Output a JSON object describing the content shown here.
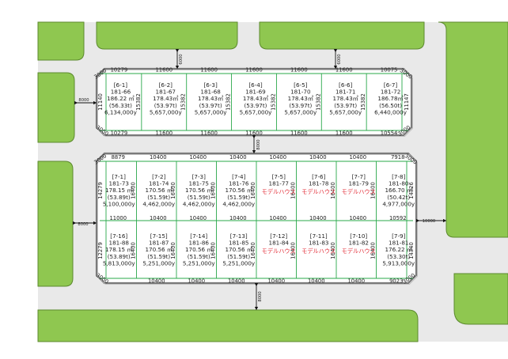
{
  "colors": {
    "green": "#8fc750",
    "green_edge": "#5c8a2e",
    "road": "#e9e9e9",
    "block_fill": "#ffffff",
    "block_edge": "#7a7a7a",
    "lot_line": "#2aa84a",
    "text": "#222222",
    "model_house": "#e3313b"
  },
  "icons": {
    "road_arrow": "double-headed-arrow"
  },
  "road_labels": {
    "top": "6000",
    "left": "8000",
    "middle": "8000",
    "right": "10000",
    "bottom": "8000"
  },
  "upper_block": {
    "top_dims": [
      "10279",
      "11600",
      "11600",
      "11600",
      "11600",
      "11600",
      "10075"
    ],
    "bottom_dims": [
      "10279",
      "11600",
      "11600",
      "11600",
      "11600",
      "11600",
      "10554"
    ],
    "left_dim": "11140",
    "right_dim": "11147",
    "inner_dims": [
      "15382",
      "15382",
      "15382",
      "15382",
      "15382",
      "15382"
    ],
    "corners": [
      "3000",
      "3000",
      "3000",
      "3000"
    ],
    "lots": [
      {
        "name": "[6-1]",
        "no": "181-66",
        "area": "186.22 ㎡",
        "tsubo": "(56.33t)",
        "price": "6,134,000y"
      },
      {
        "name": "[6-2]",
        "no": "181-67",
        "area": "178.43㎡",
        "tsubo": "(53.97t)",
        "price": "5,657,000y"
      },
      {
        "name": "[6-3]",
        "no": "181-68",
        "area": "178.43㎡",
        "tsubo": "(53.97t)",
        "price": "5,657,000y"
      },
      {
        "name": "[6-4]",
        "no": "181-69",
        "area": "178.43㎡",
        "tsubo": "(53.97t)",
        "price": "5,657,000y"
      },
      {
        "name": "[6-5]",
        "no": "181-70",
        "area": "178.43㎡",
        "tsubo": "(53.97t)",
        "price": "5,657,000y"
      },
      {
        "name": "[6-6]",
        "no": "181-71",
        "area": "178.43㎡",
        "tsubo": "(53.97t)",
        "price": "5,657,000y"
      },
      {
        "name": "[6-7]",
        "no": "181-72",
        "area": "186.78㎡",
        "tsubo": "(56.50t)",
        "price": "6,440,000y"
      }
    ]
  },
  "lower_block": {
    "top_dims": [
      "8879",
      "10400",
      "10400",
      "10400",
      "10400",
      "10400",
      "10400",
      "7918"
    ],
    "middle_dims": [
      "11000",
      "10400",
      "10400",
      "10400",
      "10400",
      "10400",
      "10400",
      "10592"
    ],
    "bottom_dims": [
      "10400",
      "10400",
      "10400",
      "10400",
      "10400",
      "10400",
      "9023"
    ],
    "left_dims": [
      "14279",
      "12279"
    ],
    "right_dims": [
      "14326",
      "14340"
    ],
    "inner_dims": [
      "16400",
      "16400",
      "16400",
      "16400",
      "16400",
      "16400",
      "16400"
    ],
    "inner_dims_bottom": [
      "16400",
      "16400",
      "16400",
      "16400",
      "16400",
      "16400",
      "16400"
    ],
    "corners": [
      "3000",
      "3000",
      "3000",
      "3000"
    ],
    "row1": [
      {
        "name": "[7-1]",
        "no": "181-73",
        "area": "178.15 ㎡",
        "tsubo": "(53.89t)",
        "price": "5,100,000y"
      },
      {
        "name": "[7-2]",
        "no": "181-74",
        "area": "170.56 ㎡",
        "tsubo": "(51.59t)",
        "price": "4,462,000y"
      },
      {
        "name": "[7-3]",
        "no": "181-75",
        "area": "170.56 ㎡",
        "tsubo": "(51.59t)",
        "price": "4,462,000y"
      },
      {
        "name": "[7-4]",
        "no": "181-76",
        "area": "170.56 ㎡",
        "tsubo": "(51.59t)",
        "price": "4,462,000y"
      },
      {
        "name": "[7-5]",
        "no": "181-77",
        "model": "モデルハウス"
      },
      {
        "name": "[7-6]",
        "no": "181-78",
        "model": "モデルハウス"
      },
      {
        "name": "[7-7]",
        "no": "181-79",
        "model": "モデルハウス"
      },
      {
        "name": "[7-8]",
        "no": "181-80",
        "area": "166.70 ㎡",
        "tsubo": "(50.42t)",
        "price": "4,977,000y"
      }
    ],
    "row2": [
      {
        "name": "[7-16]",
        "no": "181-88",
        "area": "178.15 ㎡",
        "tsubo": "(53.89t)",
        "price": "5,813,000y"
      },
      {
        "name": "[7-15]",
        "no": "181-87",
        "area": "170.56 ㎡",
        "tsubo": "(51.59t)",
        "price": "5,251,000y"
      },
      {
        "name": "[7-14]",
        "no": "181-86",
        "area": "170.56 ㎡",
        "tsubo": "(51.59t)",
        "price": "5,251,000y"
      },
      {
        "name": "[7-13]",
        "no": "181-85",
        "area": "170.56 ㎡",
        "tsubo": "(51.59t)",
        "price": "5,251,000y"
      },
      {
        "name": "[7-12]",
        "no": "181-84",
        "model": "モデルハウス"
      },
      {
        "name": "[7-11]",
        "no": "181-83",
        "model": "モデルハウス"
      },
      {
        "name": "[7-10]",
        "no": "181-82",
        "model": "モデルハウス"
      },
      {
        "name": "[7-9]",
        "no": "181-81",
        "area": "176.22 ㎡",
        "tsubo": "(53.30t)",
        "price": "5,913,000y"
      }
    ]
  }
}
